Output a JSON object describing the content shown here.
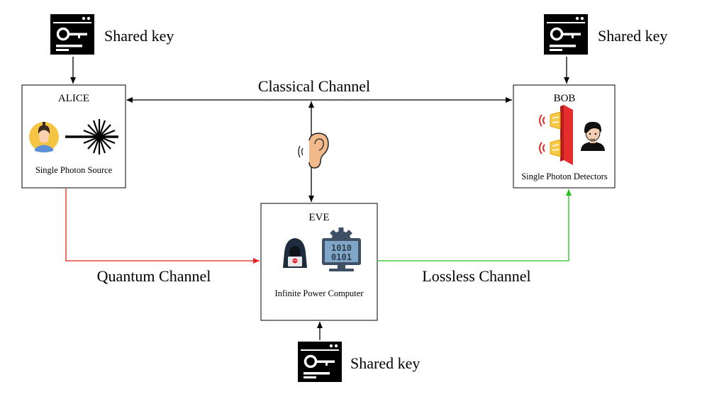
{
  "keys": {
    "alice_key_label": "Shared key",
    "bob_key_label": "Shared key",
    "eve_key_label": "Shared key"
  },
  "nodes": {
    "alice": {
      "title": "ALICE",
      "caption": "Single Photon Source"
    },
    "bob": {
      "title": "BOB",
      "caption": "Single Photon Detectors"
    },
    "eve": {
      "title": "EVE",
      "caption": "Infinite Power Computer",
      "screen_text_1": "1010",
      "screen_text_2": "0101"
    }
  },
  "channels": {
    "classical": {
      "label": "Classical Channel",
      "color": "#000000"
    },
    "quantum": {
      "label": "Quantum Channel",
      "color": "#e8231b"
    },
    "lossless": {
      "label": "Lossless Channel",
      "color": "#22c31c"
    }
  },
  "icons": {
    "key_card": "key-card-icon",
    "alice_avatar": "person-icon",
    "laser": "photon-burst-icon",
    "ear": "ear-icon",
    "hacker": "hacker-icon",
    "computer": "computer-gear-icon",
    "detectors": "photon-detector-icon",
    "bob_avatar": "person-icon"
  }
}
